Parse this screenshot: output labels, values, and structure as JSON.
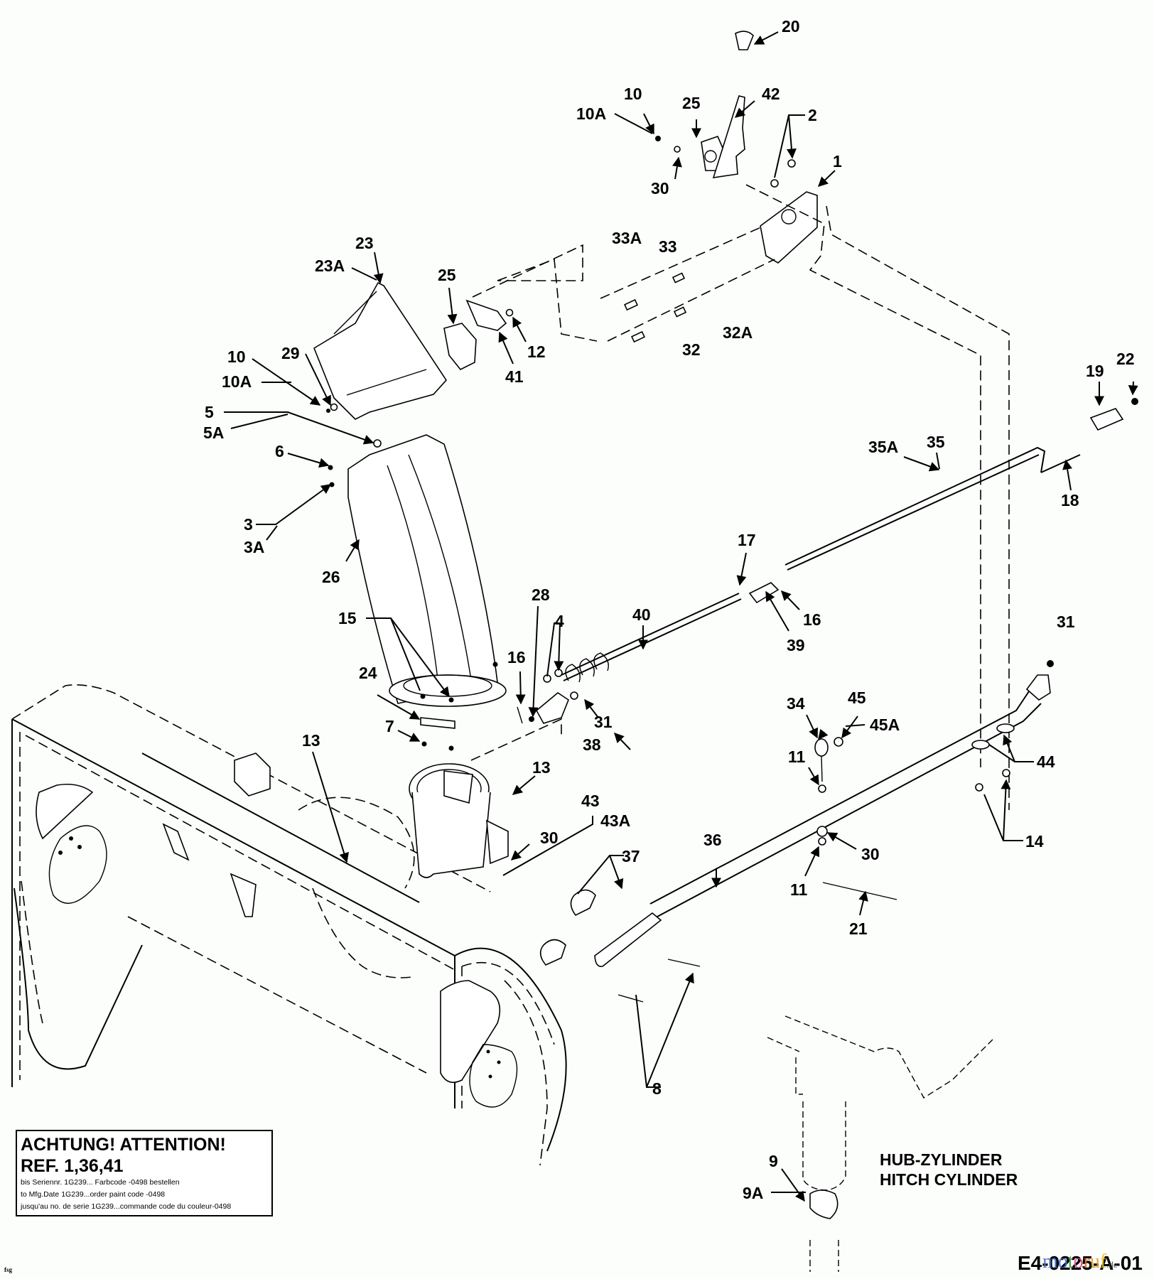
{
  "diagram": {
    "type": "exploded-parts-diagram",
    "subject": "snow thrower discharge chute and hitch assembly",
    "labels": [
      {
        "id": "20",
        "text": "20"
      },
      {
        "id": "10-top",
        "text": "10"
      },
      {
        "id": "10A-top",
        "text": "10A"
      },
      {
        "id": "25-top",
        "text": "25"
      },
      {
        "id": "42",
        "text": "42"
      },
      {
        "id": "2",
        "text": "2"
      },
      {
        "id": "1",
        "text": "1"
      },
      {
        "id": "30-top",
        "text": "30"
      },
      {
        "id": "33A",
        "text": "33A"
      },
      {
        "id": "33",
        "text": "33"
      },
      {
        "id": "32A",
        "text": "32A"
      },
      {
        "id": "32",
        "text": "32"
      },
      {
        "id": "23",
        "text": "23"
      },
      {
        "id": "23A",
        "text": "23A"
      },
      {
        "id": "25-mid",
        "text": "25"
      },
      {
        "id": "12",
        "text": "12"
      },
      {
        "id": "41",
        "text": "41"
      },
      {
        "id": "10-mid",
        "text": "10"
      },
      {
        "id": "29",
        "text": "29"
      },
      {
        "id": "10A-mid",
        "text": "10A"
      },
      {
        "id": "5",
        "text": "5"
      },
      {
        "id": "5A",
        "text": "5A"
      },
      {
        "id": "6",
        "text": "6"
      },
      {
        "id": "3",
        "text": "3"
      },
      {
        "id": "3A",
        "text": "3A"
      },
      {
        "id": "26",
        "text": "26"
      },
      {
        "id": "19",
        "text": "19"
      },
      {
        "id": "22",
        "text": "22"
      },
      {
        "id": "35A",
        "text": "35A"
      },
      {
        "id": "35",
        "text": "35"
      },
      {
        "id": "18",
        "text": "18"
      },
      {
        "id": "17",
        "text": "17"
      },
      {
        "id": "16-right",
        "text": "16"
      },
      {
        "id": "39",
        "text": "39"
      },
      {
        "id": "40",
        "text": "40"
      },
      {
        "id": "15",
        "text": "15"
      },
      {
        "id": "28",
        "text": "28"
      },
      {
        "id": "4",
        "text": "4"
      },
      {
        "id": "16-left",
        "text": "16"
      },
      {
        "id": "31-left",
        "text": "31"
      },
      {
        "id": "38",
        "text": "38"
      },
      {
        "id": "24",
        "text": "24"
      },
      {
        "id": "7",
        "text": "7"
      },
      {
        "id": "13-left",
        "text": "13"
      },
      {
        "id": "13-right",
        "text": "13"
      },
      {
        "id": "31-right",
        "text": "31"
      },
      {
        "id": "34",
        "text": "34"
      },
      {
        "id": "45",
        "text": "45"
      },
      {
        "id": "45A",
        "text": "45A"
      },
      {
        "id": "11-top",
        "text": "11"
      },
      {
        "id": "44",
        "text": "44"
      },
      {
        "id": "14",
        "text": "14"
      },
      {
        "id": "43",
        "text": "43"
      },
      {
        "id": "43A",
        "text": "43A"
      },
      {
        "id": "30-mid",
        "text": "30"
      },
      {
        "id": "36",
        "text": "36"
      },
      {
        "id": "37",
        "text": "37"
      },
      {
        "id": "30-right",
        "text": "30"
      },
      {
        "id": "11-bottom",
        "text": "11"
      },
      {
        "id": "21",
        "text": "21"
      },
      {
        "id": "8",
        "text": "8"
      },
      {
        "id": "9",
        "text": "9"
      },
      {
        "id": "9A",
        "text": "9A"
      }
    ]
  },
  "notice": {
    "title": "ACHTUNG! ATTENTION!",
    "ref": "REF. 1,36,41",
    "line_de": "bis Seriennr. 1G239... Farbcode -0498 bestellen",
    "line_en": "to Mfg.Date 1G239...order paint code -0498",
    "line_fr": "jusqu'au no. de serie 1G239...commande code du couleur-0498"
  },
  "hitch_cylinder": {
    "line1": "HUB-ZYLINDER",
    "line2": "HITCH CYLINDER"
  },
  "footer": {
    "initials": "fsg",
    "part_number": "E4-0225-A-01",
    "watermark": {
      "letters": [
        "m",
        "o",
        "t",
        "o",
        "r",
        "u",
        "f"
      ],
      "colors": [
        "#4a6fc4",
        "#3d6ec9",
        "#3a9a3a",
        "#e0508a",
        "#e0702a",
        "#e0a020",
        "#e8c020"
      ],
      "suffix": ".de"
    }
  }
}
